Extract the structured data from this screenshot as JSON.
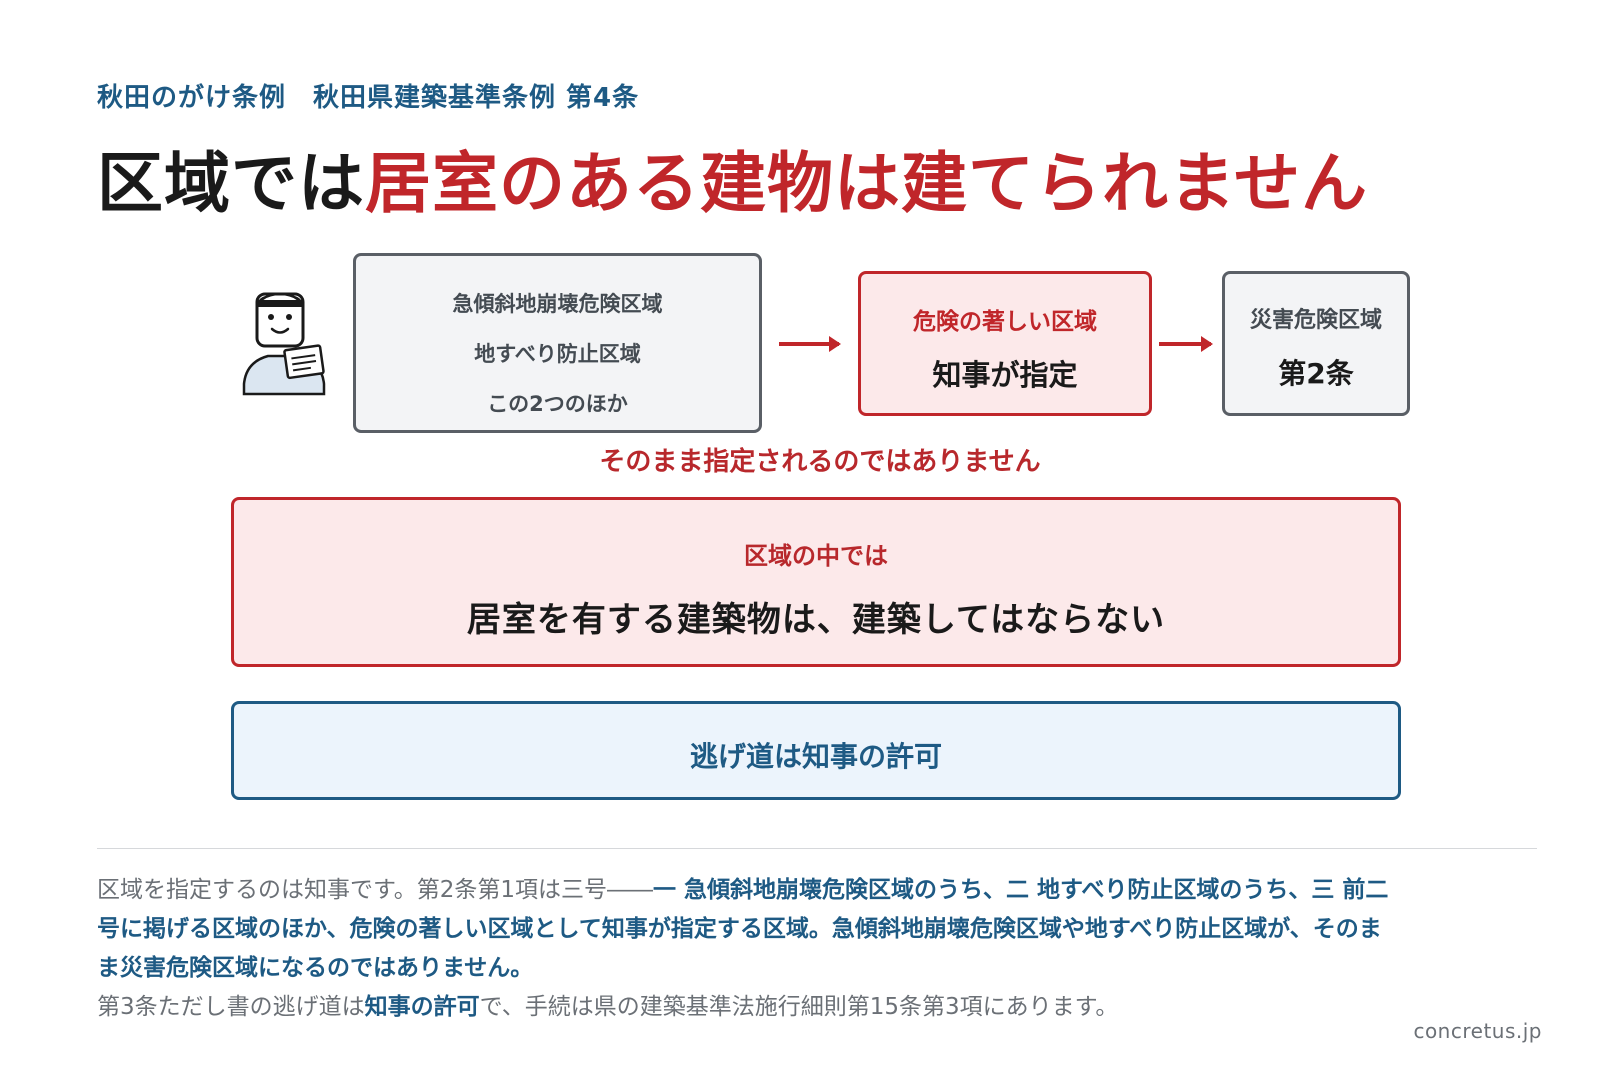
{
  "header": {
    "kicker": "秋田のがけ条例　秋田県建築基準条例 第4条",
    "title_dark": "区域では",
    "title_red": "居室のある建物は建てられません"
  },
  "diagram": {
    "zones": [
      "急傾斜地崩壊危険区域",
      "地すべり防止区域",
      "この2つのほか"
    ],
    "danger_sub": "危険の著しい区域",
    "danger_main": "知事が指定",
    "art2_sub": "災害危険区域",
    "art2_main": "第2条",
    "note": "そのまま指定されるのではありません"
  },
  "inside": {
    "sub": "区域の中では",
    "main": "居室を有する建築物は、建築してはならない"
  },
  "escape": {
    "main": "逃げ道は知事の許可"
  },
  "paragraph": {
    "p1": "区域を指定するのは知事です。第2条第1項は三号――",
    "p2": "一 急傾斜地崩壊危険区域のうち、二 地すべり防止区域のうち、三 前二号に掲げる区域のほか、危険の著しい区域として知事が指定する区域。急傾斜地崩壊危険区域や地すべり防止区域が、そのまま災害危険区域になるのではありません。",
    "p3": "第3条ただし書の逃げ道は",
    "p4": "知事の許可",
    "p5": "で、手続は県の建築基準法施行細則第15条第3項にあります。"
  },
  "footer": {
    "site": "concretus.jp"
  },
  "colors": {
    "accent_red": "#c0262a",
    "accent_blue": "#1e5a84",
    "border_gray": "#5a5f66"
  }
}
